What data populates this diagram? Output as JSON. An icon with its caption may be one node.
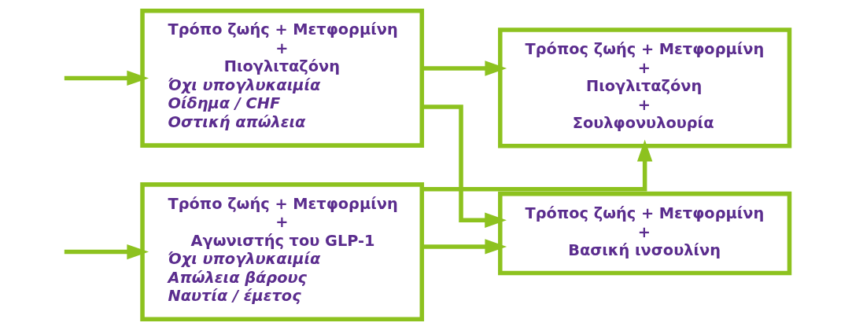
{
  "diagram": {
    "nodes": [
      {
        "text": [
          "Τρόπο ζωής + Μετφορμίνη",
          "+",
          "Πιογλιταζόνη",
          "Όχι υπογλυκαιμία",
          "Οίδημα / CHF",
          "Οστική απώλεια"
        ]
      },
      {
        "text": [
          "Τρόπο ζωής + Μετφορμίνη",
          "+",
          "Αγωνιστής του GLP-1",
          "Όχι υπογλυκαιμία",
          "Απώλεια βάρους",
          "Ναυτία / έμετος"
        ]
      },
      {
        "text": [
          "Τρόπος ζωής + Μετφορμίνη",
          "+",
          "Πιογλιταζόνη",
          "+",
          "Σουλφονυλουρία"
        ]
      },
      {
        "text": [
          "Τρόπος ζωής + Μετφορμίνη",
          "+",
          "Βασική ινσουλίνη"
        ]
      }
    ],
    "edges": [
      {
        "from": null,
        "to": 0,
        "arrow": "to"
      },
      {
        "from": null,
        "to": 1,
        "arrow": "to"
      },
      {
        "from": 0,
        "to": 2,
        "arrow": "to"
      },
      {
        "from": 0,
        "to": 3,
        "arrow": "to"
      },
      {
        "from": 1,
        "to": 2,
        "arrow": "to"
      },
      {
        "from": 1,
        "to": 3,
        "arrow": "to"
      }
    ]
  }
}
